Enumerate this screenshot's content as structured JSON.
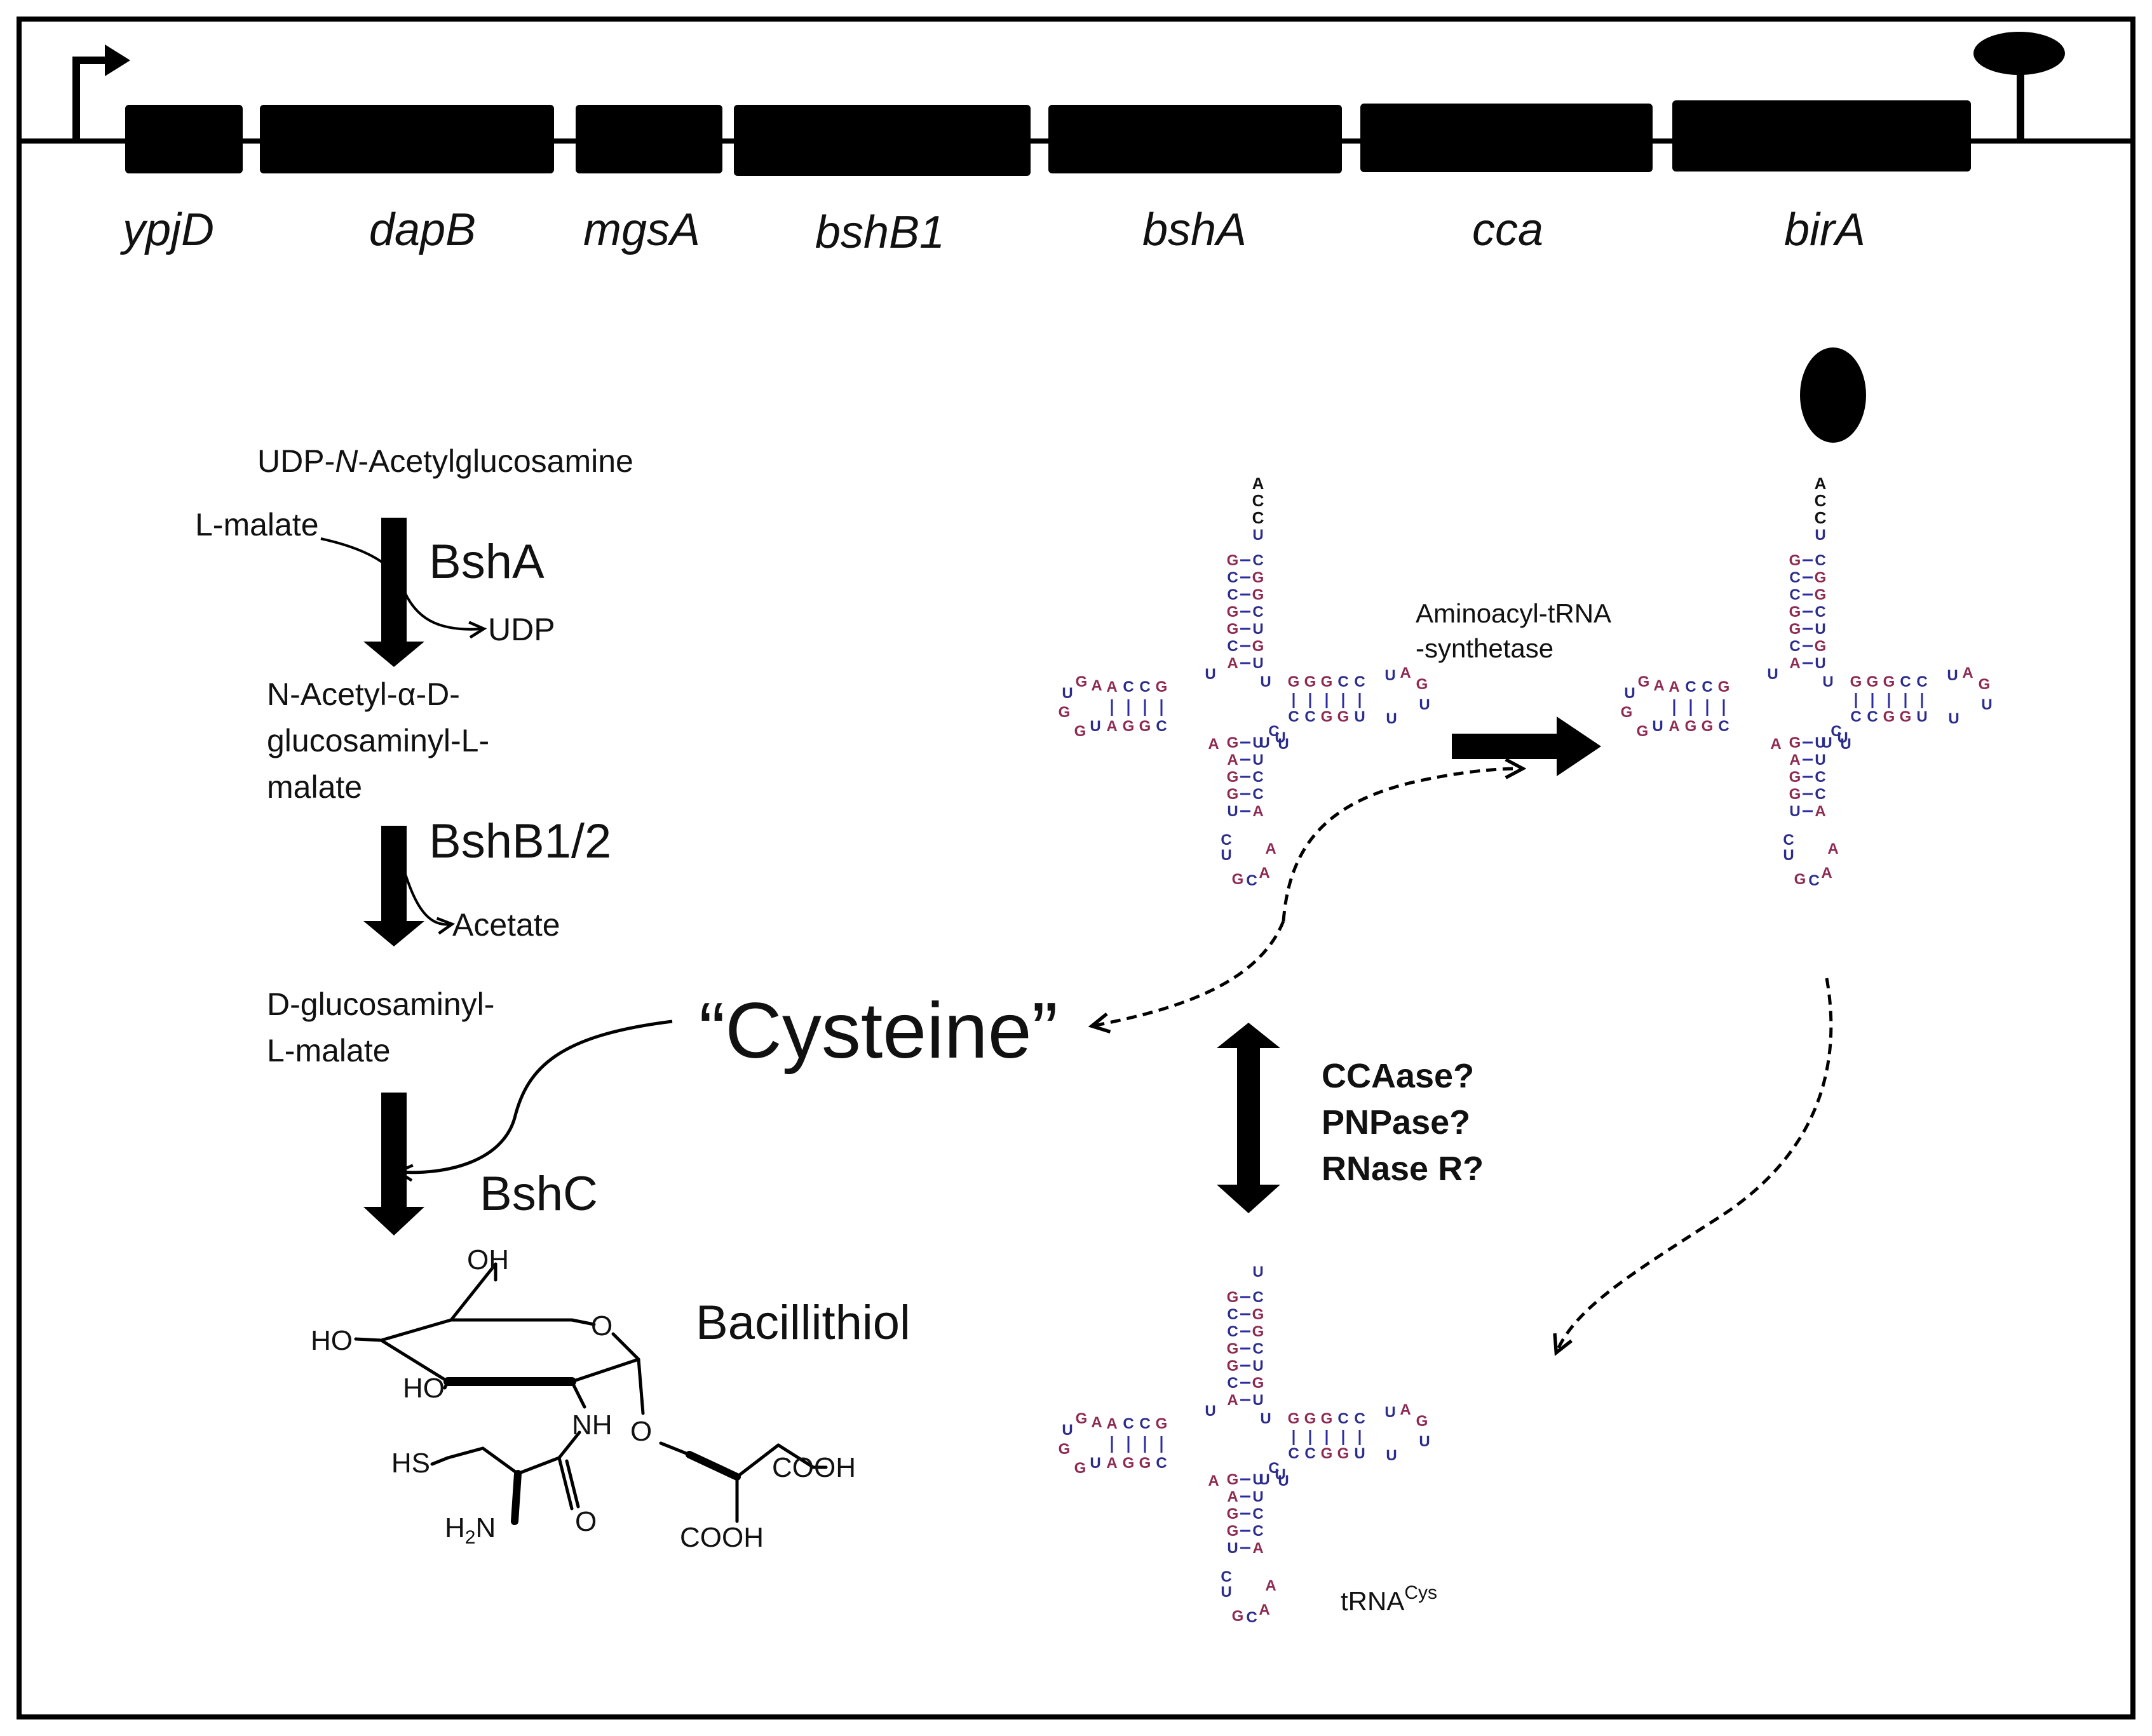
{
  "operon": {
    "genes": [
      "ypjD",
      "dapB",
      "mgsA",
      "bshB1",
      "bshA",
      "cca",
      "birA"
    ]
  },
  "pathway": {
    "substrate_prefix": "UDP-",
    "substrate_italic": "N",
    "substrate_suffix": "-Acetylglucosamine",
    "cosubstrate": "L-malate",
    "enzyme1": "BshA",
    "byproduct1": "UDP",
    "intermediate1": [
      "N-Acetyl-α-D-",
      "glucosaminyl-L-",
      "malate"
    ],
    "enzyme2": "BshB1/2",
    "byproduct2": "Acetate",
    "intermediate2": [
      "D-glucosaminyl-",
      "L-malate"
    ],
    "enzyme3": "BshC",
    "product": "Bacillithiol"
  },
  "structure": {
    "oh_top": "OH",
    "ho_left": "HO",
    "ho_lower": "HO",
    "o_ring": "O",
    "nh": "NH",
    "o_glyco": "O",
    "hs": "HS",
    "h2n_h": "H",
    "h2n_sub": "2",
    "h2n_n": "N",
    "o_carbonyl": "O",
    "cooh_1": "COOH",
    "cooh_2": "COOH"
  },
  "center": {
    "cysteine": "“Cysteine”",
    "synthetase_line1": "Aminoacyl-tRNA",
    "synthetase_line2": "-synthetase",
    "enzymes": [
      "CCAase?",
      "PNPase?",
      "RNase R?"
    ],
    "trna_label": "tRNA",
    "trna_sup": "Cys"
  },
  "trna": {
    "tail": [
      "A",
      "C",
      "C",
      "U"
    ],
    "acceptor_5p": [
      "G",
      "C",
      "C",
      "G",
      "G",
      "C",
      "A"
    ],
    "acceptor_3p": [
      "C",
      "G",
      "G",
      "C",
      "U",
      "G",
      "U"
    ],
    "d_top": [
      "A",
      "C",
      "C",
      "G"
    ],
    "d_bottom": [
      "A",
      "G",
      "G",
      "C"
    ],
    "t_top": [
      "G",
      "G",
      "G",
      "C",
      "C"
    ],
    "t_bottom": [
      "C",
      "C",
      "G",
      "G",
      "U"
    ],
    "anticodon_5p": [
      "G",
      "A",
      "G",
      "G",
      "U"
    ],
    "anticodon_3p": [
      "U",
      "U",
      "C",
      "C",
      "A"
    ],
    "loop_d": [
      "U",
      "G",
      "A",
      "G",
      "G",
      "U"
    ],
    "loop_t": [
      "U",
      "A",
      "G",
      "U",
      "U"
    ],
    "loop_ac": [
      "C",
      "U",
      "G",
      "C",
      "A",
      "A"
    ],
    "variable": [
      "C",
      "U"
    ],
    "junction": [
      "U",
      "A",
      "U"
    ]
  },
  "colors": {
    "pair_bond": "#2c2ca0",
    "nt_purine": "#8e2a52",
    "nt_pyrimidine": "#2c2c8c",
    "ink": "#000000"
  }
}
